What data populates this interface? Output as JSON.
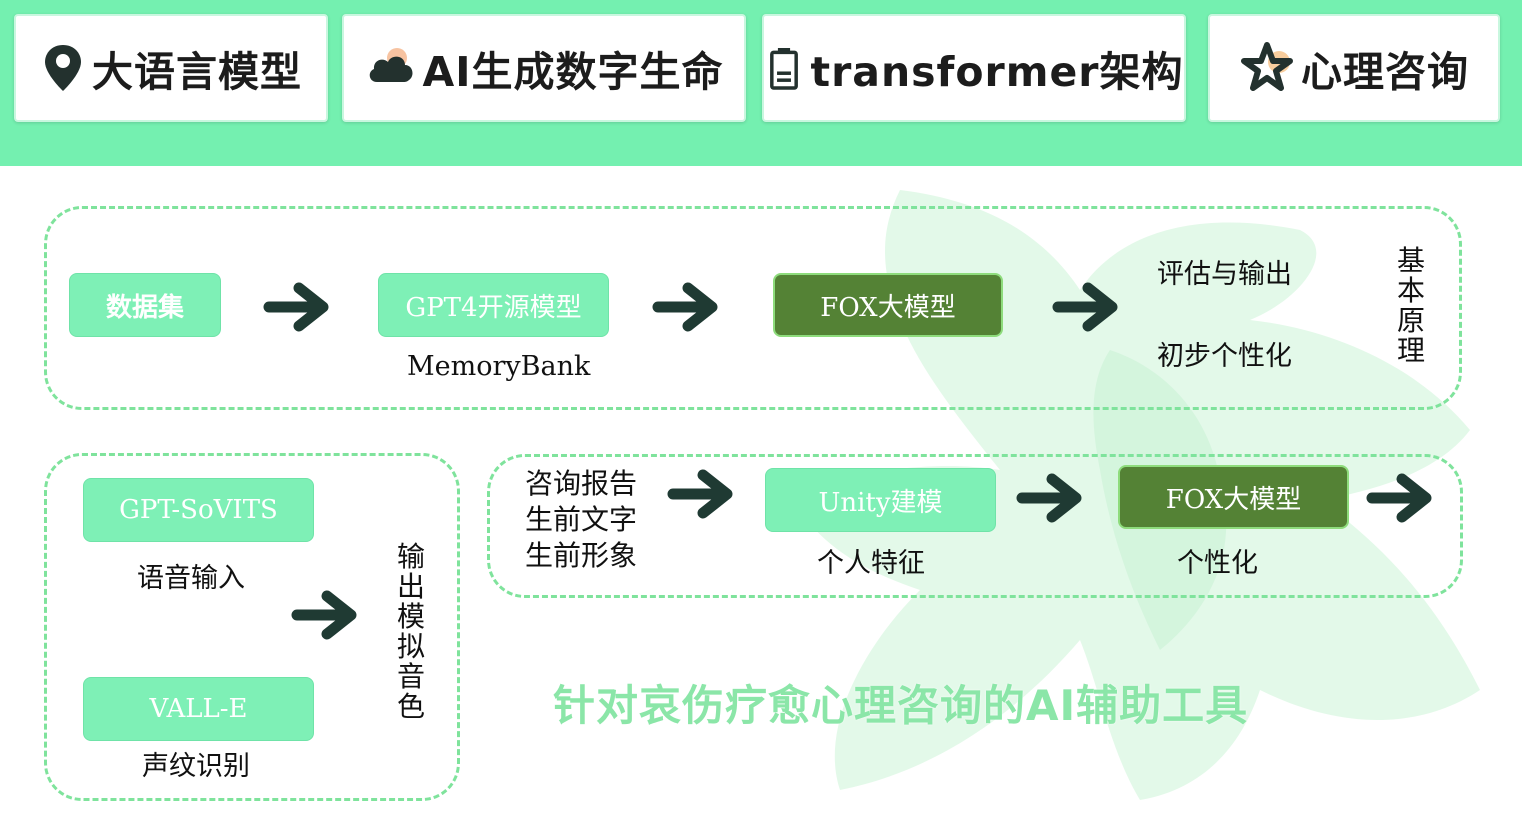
{
  "tags": [
    {
      "label": "大语言模型",
      "icon": "location-pin-icon"
    },
    {
      "label": "AI生成数字生命",
      "icon": "cloud-icon"
    },
    {
      "label": "transformer架构",
      "icon": "battery-icon"
    },
    {
      "label": "心理咨询",
      "icon": "star-icon"
    }
  ],
  "flow_basic": {
    "step1": "数据集",
    "step2": "GPT4开源模型",
    "step2_caption": "MemoryBank",
    "step3": "FOX大模型",
    "output_line1": "评估与输出",
    "output_line2": "初步个性化",
    "side_label": "基本原理"
  },
  "flow_voice": {
    "model1": "GPT-SoVITS",
    "model1_caption": "语音输入",
    "model2": "VALL-E",
    "model2_caption": "声纹识别",
    "output_label": "输出模拟音色"
  },
  "flow_persona": {
    "inputs": [
      "咨询报告",
      "生前文字",
      "生前形象"
    ],
    "step1": "Unity建模",
    "step1_caption": "个人特征",
    "step2": "FOX大模型",
    "step2_caption": "个性化"
  },
  "slogan": "针对哀伤疗愈心理咨询的AI辅助工具",
  "colors": {
    "topbar": "#74f0b0",
    "pill_light": "#7ef0b6",
    "pill_dark": "#548235",
    "arrow": "#1f3a33",
    "dash": "#7fe39c",
    "slogan": "#8be6a8"
  }
}
